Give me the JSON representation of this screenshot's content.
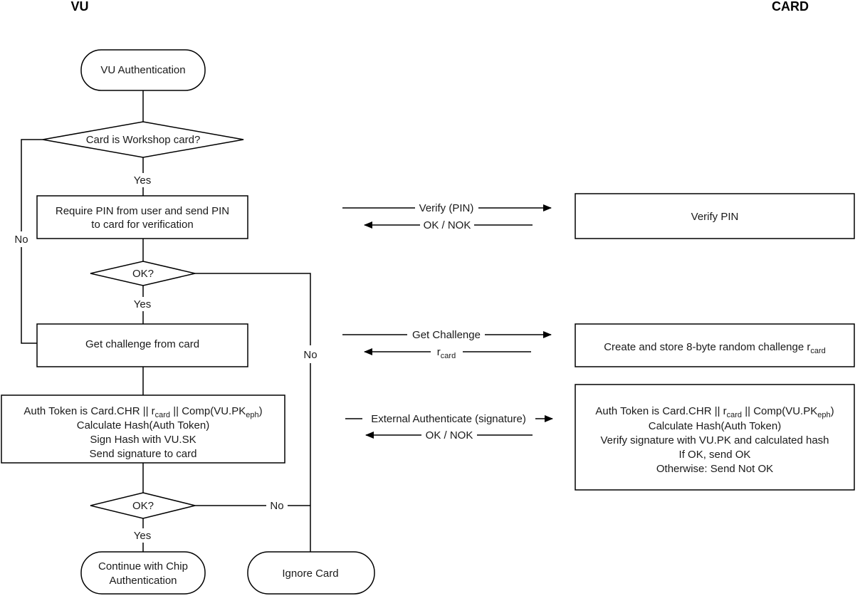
{
  "headers": {
    "left": "VU",
    "right": "CARD"
  },
  "vu": {
    "start": "VU Authentication",
    "decision_workshop": "Card is Workshop card?",
    "yes1": "Yes",
    "no1": "No",
    "pin_line1": "Require PIN from user and send PIN",
    "pin_line2": "to card for verification",
    "ok1": "OK?",
    "yes2": "Yes",
    "no2": "No",
    "challenge": "Get challenge from card",
    "token": {
      "line1_a": "Auth Token is Card.CHR || r",
      "line1_sub1": "card",
      "line1_b": " || Comp(VU.PK",
      "line1_sub2": "eph",
      "line1_c": ")",
      "line2": "Calculate Hash(Auth Token)",
      "line3": "Sign Hash with VU.SK",
      "line4": "Send signature to card"
    },
    "ok2": "OK?",
    "yes3": "Yes",
    "no3": "No",
    "continue_line1": "Continue with Chip",
    "continue_line2": "Authentication",
    "ignore": "Ignore Card"
  },
  "messages": {
    "verify_pin": "Verify (PIN)",
    "ok_nok_1": "OK / NOK",
    "get_challenge": "Get Challenge",
    "r_card_main": "r",
    "r_card_sub": "card",
    "external_auth": "External Authenticate (signature)",
    "ok_nok_2": "OK / NOK"
  },
  "card": {
    "verify_pin": "Verify PIN",
    "create_main": "Create and store 8-byte random challenge r",
    "create_sub": "card",
    "token": {
      "line1_a": "Auth Token is Card.CHR || r",
      "line1_sub1": "card",
      "line1_b": " || Comp(VU.PK",
      "line1_sub2": "eph",
      "line1_c": ")",
      "line2": "Calculate Hash(Auth Token)",
      "line3": "Verify signature with VU.PK and calculated hash",
      "line4": "If OK, send OK",
      "line5": "Otherwise: Send Not OK"
    }
  }
}
